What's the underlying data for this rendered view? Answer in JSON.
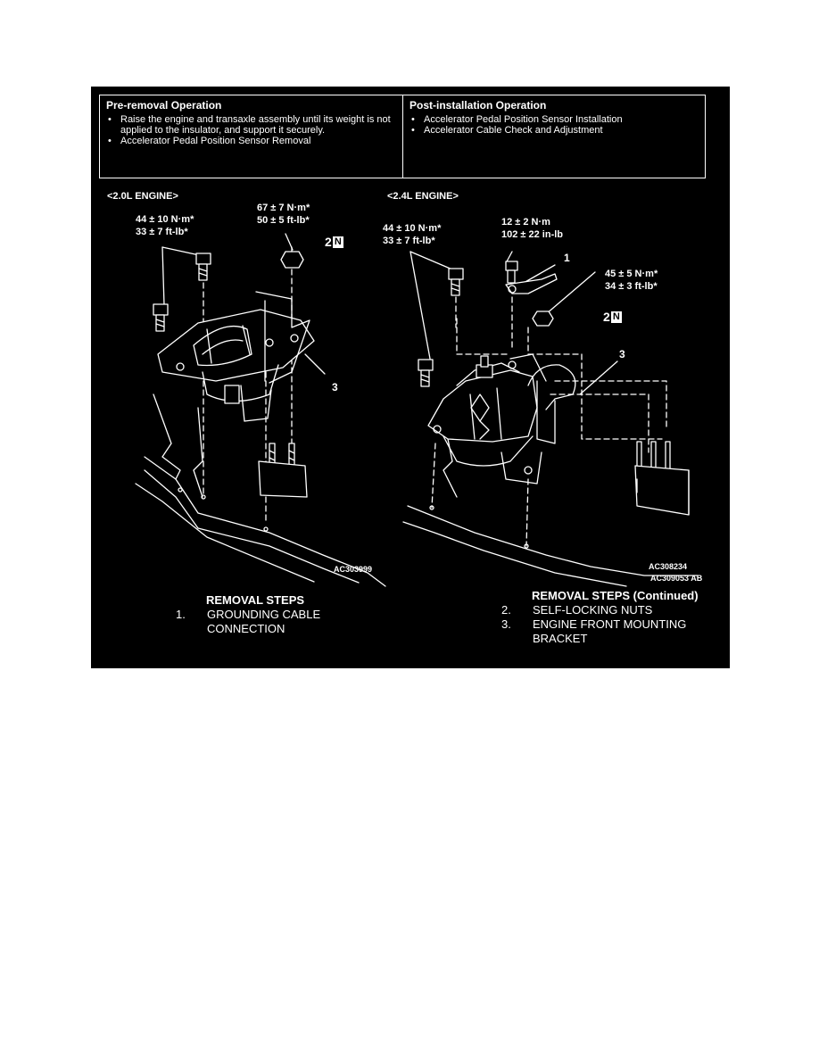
{
  "pre_removal": {
    "title": "Pre-removal Operation",
    "items": [
      "Raise the engine and transaxle assembly until its weight is not applied to the insulator, and support it securely.",
      "Accelerator Pedal Position Sensor Removal"
    ]
  },
  "post_installation": {
    "title": "Post-installation Operation",
    "items": [
      "Accelerator Pedal Position Sensor Installation",
      "Accelerator Cable Check and Adjustment"
    ]
  },
  "engine_20": {
    "heading": "<2.0L ENGINE>",
    "torque_bolts_nm": "44 ± 10 N·m*",
    "torque_bolts_ft": "33 ± 7 ft-lb*",
    "torque_nut_nm": "67 ± 7 N·m*",
    "torque_nut_ft": "50 ± 5 ft-lb*",
    "callout_2": "2",
    "callout_3": "3",
    "n_mark": "N",
    "code": "AC303999"
  },
  "engine_24": {
    "heading": "<2.4L ENGINE>",
    "torque_bolts_nm": "44 ± 10 N·m*",
    "torque_bolts_ft": "33 ± 7 ft-lb*",
    "torque_ground_nm": "12 ± 2 N·m",
    "torque_ground_inlb": "102 ± 22 in-lb",
    "torque_nut_nm": "45 ± 5 N·m*",
    "torque_nut_ft": "34 ± 3 ft-lb*",
    "callout_1": "1",
    "callout_2": "2",
    "callout_3": "3",
    "n_mark": "N",
    "code_a": "AC308234",
    "code_b": "AC309053 AB"
  },
  "removal_steps": {
    "title": "REMOVAL STEPS",
    "items": [
      {
        "num": "1.",
        "text_1": "GROUNDING CABLE",
        "text_2": "CONNECTION"
      }
    ]
  },
  "removal_steps_continued": {
    "title": "REMOVAL STEPS (Continued)",
    "items": [
      {
        "num": "2.",
        "text_1": "SELF-LOCKING NUTS",
        "text_2": ""
      },
      {
        "num": "3.",
        "text_1": "ENGINE FRONT MOUNTING",
        "text_2": "BRACKET"
      }
    ]
  }
}
